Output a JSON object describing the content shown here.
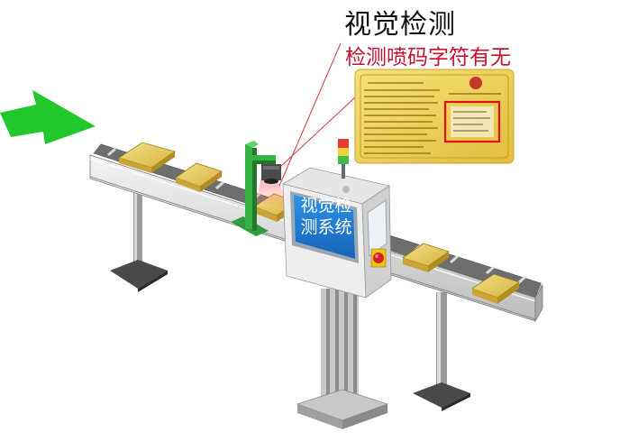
{
  "title": "视觉检测",
  "subtitle": "检测喷码字符有无",
  "screen": {
    "line1": "视觉检",
    "line2": "测系统"
  },
  "colors": {
    "arrow": "#22c72e",
    "subtitle": "#c8102e",
    "screen": "#1b7fd6",
    "highlight_box": "#e0101a",
    "sensor_post": "#2f9e3a",
    "box_top": "#e7c95a"
  },
  "icons": [
    "flow-direction-arrow",
    "stack-light",
    "emergency-stop-button",
    "camera-sensor"
  ]
}
